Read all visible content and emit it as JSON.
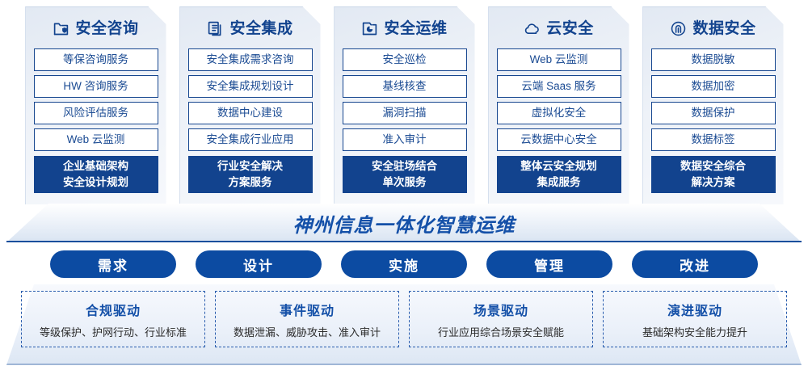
{
  "columns": [
    {
      "icon": "folder-shield-icon",
      "title": "安全咨询",
      "items": [
        "等保咨询服务",
        "HW 咨询服务",
        "风险评估服务",
        "Web 云监测"
      ],
      "highlight": [
        "企业基础架构",
        "安全设计规划"
      ]
    },
    {
      "icon": "copy-documents-icon",
      "title": "安全集成",
      "items": [
        "安全集成需求咨询",
        "安全集成规划设计",
        "数据中心建设",
        "安全集成行业应用"
      ],
      "highlight": [
        "行业安全解决",
        "方案服务"
      ]
    },
    {
      "icon": "monitor-chart-icon",
      "title": "安全运维",
      "items": [
        "安全巡检",
        "基线核查",
        "漏洞扫描",
        "准入审计"
      ],
      "highlight": [
        "安全驻场结合",
        "单次服务"
      ]
    },
    {
      "icon": "cloud-icon",
      "title": "云安全",
      "items": [
        "Web 云监测",
        "云端 Saas 服务",
        "虚拟化安全",
        "云数据中心安全"
      ],
      "highlight": [
        "整体云安全规划",
        "集成服务"
      ]
    },
    {
      "icon": "fingerprint-icon",
      "title": "数据安全",
      "items": [
        "数据脱敏",
        "数据加密",
        "数据保护",
        "数据标签"
      ],
      "highlight": [
        "数据安全综合",
        "解决方案"
      ]
    }
  ],
  "banner": {
    "title": "神州信息一体化智慧运维"
  },
  "pills": [
    {
      "label": "需求"
    },
    {
      "label": "设计"
    },
    {
      "label": "实施"
    },
    {
      "label": "管理"
    },
    {
      "label": "改进"
    }
  ],
  "drivers": [
    {
      "title": "合规驱动",
      "subtitle": "等级保护、护网行动、行业标准"
    },
    {
      "title": "事件驱动",
      "subtitle": "数据泄漏、威胁攻击、准入审计"
    },
    {
      "title": "场景驱动",
      "subtitle": "行业应用综合场景安全赋能"
    },
    {
      "title": "演进驱动",
      "subtitle": "基础架构安全能力提升"
    }
  ],
  "colors": {
    "primary_dark_blue": "#12438E",
    "pill_blue": "#0C4BA2",
    "title_blue": "#1450A8",
    "panel_light": "#EAF0F8",
    "dashed_border": "#2A5DAE"
  }
}
